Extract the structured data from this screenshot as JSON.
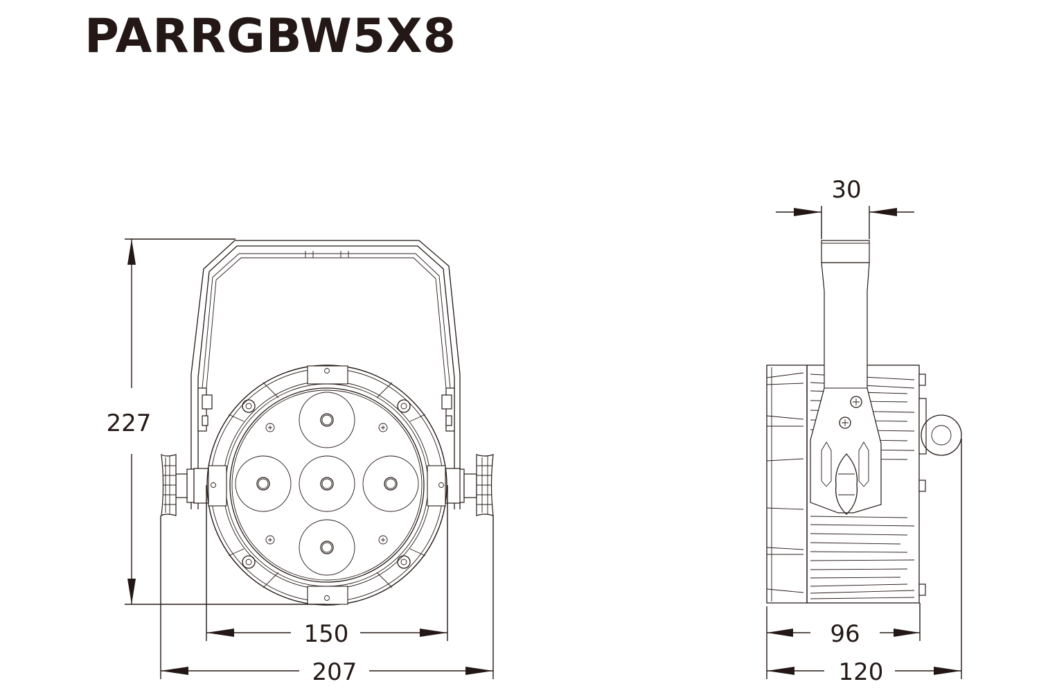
{
  "title": "PARRGBW5X8",
  "front_view": {
    "dimensions": {
      "height": "227",
      "body_width": "150",
      "overall_width": "207"
    },
    "led_count": 5
  },
  "side_view": {
    "dimensions": {
      "bracket_width": "30",
      "body_depth": "96",
      "overall_depth": "120"
    }
  },
  "colors": {
    "line": "#231815",
    "background": "#ffffff"
  }
}
